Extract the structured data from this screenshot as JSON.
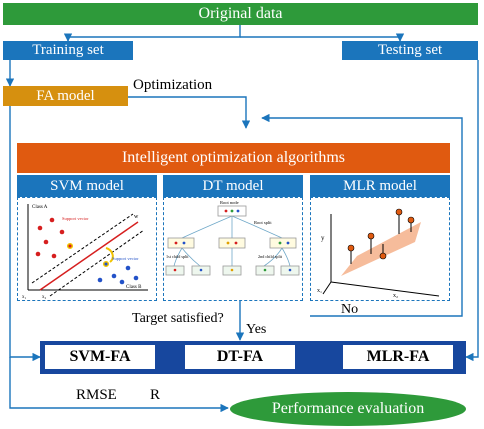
{
  "colors": {
    "green": "#2e9a3a",
    "blue": "#1b75bc",
    "orange_header": "#e05a10",
    "fa_gold": "#d6900f",
    "dark_navy": "#17479e"
  },
  "nodes": {
    "original_data": "Original data",
    "training_set": "Training set",
    "testing_set": "Testing set",
    "fa_model": "FA model",
    "intelligent_algorithms": "Intelligent optimization algorithms",
    "svm_model": "SVM model",
    "dt_model": "DT model",
    "mlr_model": "MLR model",
    "svm_fa": "SVM-FA",
    "dt_fa": "DT-FA",
    "mlr_fa": "MLR-FA",
    "performance_evaluation": "Performance evaluation"
  },
  "edge_labels": {
    "optimization": "Optimization",
    "target_satisfied": "Target satisfied?",
    "yes": "Yes",
    "no": "No",
    "rmse": "RMSE",
    "r": "R"
  },
  "svm_figure": {
    "class_a": "Class A",
    "class_b": "Class B",
    "support_vector_a": "Support vector",
    "support_vector_b": "Support vector",
    "w_label": "w",
    "x1": "x₁",
    "x2": "x₂"
  },
  "dt_figure": {
    "root_node": "Root node",
    "root_split": "Root split",
    "first_child_split": "1st child split",
    "second_child_split": "2nd child split"
  },
  "mlr_figure": {
    "y_axis": "y",
    "x1": "x₁",
    "x2": "x₂"
  }
}
